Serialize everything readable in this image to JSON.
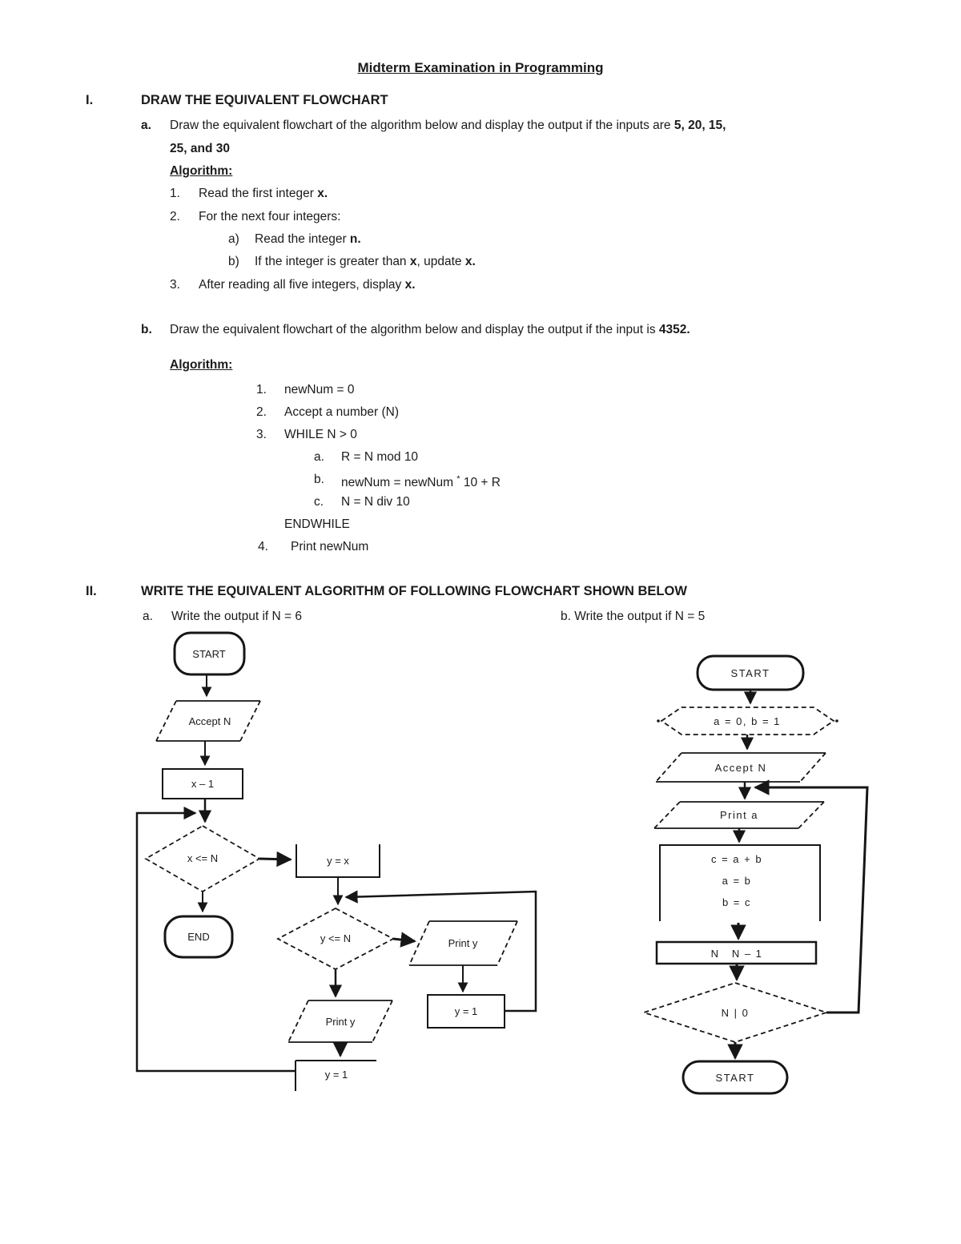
{
  "title": "Midterm Examination in Programming",
  "s1": {
    "numeral": "I.",
    "heading": "DRAW THE EQUIVALENT FLOWCHART",
    "a_label": "a.",
    "a_line1_normal": "Draw the equivalent flowchart of the algorithm below and display the output if the inputs are ",
    "a_line1_bold": "5, 20, 15,",
    "a_line2": "25, and 30",
    "a_algorithm_label": "Algorithm:",
    "a_step1_num": "1.",
    "a_step1_text": "Read the first integer ",
    "a_step1_bold": "x.",
    "a_step2_num": "2.",
    "a_step2_text": "For the next four integers:",
    "a_stepa_num": "a)",
    "a_stepa_text": "Read the integer ",
    "a_stepa_bold": "n.",
    "a_stepb_num": "b)",
    "a_stepb_text1": "If the integer is greater than ",
    "a_stepb_bold1": "x",
    "a_stepb_text2": ", update ",
    "a_stepb_bold2": "x.",
    "a_step3_num": "3.",
    "a_step3_text": "After reading all five integers, display ",
    "a_step3_bold": "x.",
    "b_label": "b.",
    "b_line_normal": "Draw the equivalent flowchart of the algorithm below and display the output if the input is ",
    "b_line_bold": "4352.",
    "b_algorithm_label": "Algorithm:",
    "b_step1_num": "1.",
    "b_step1_text": "newNum = 0",
    "b_step2_num": "2.",
    "b_step2_text": "Accept a number (N)",
    "b_step3_num": "3.",
    "b_step3_text": "WHILE N > 0",
    "b_stepa_num": "a.",
    "b_stepa_text": "R = N mod 10",
    "b_stepb_num": "b.",
    "b_stepb_text1": "newNum = newNum ",
    "b_stepb_star": "*",
    "b_stepb_text2": " 10 + R",
    "b_stepc_num": "c.",
    "b_stepc_text": "N = N div 10",
    "b_endwhile": "ENDWHILE",
    "b_step4_num": "4.",
    "b_step4_text": "Print newNum"
  },
  "s2": {
    "numeral": "II.",
    "heading": "WRITE THE EQUIVALENT ALGORITHM OF FOLLOWING FLOWCHART SHOWN BELOW",
    "a_label": "a.",
    "a_text": "Write the output if N = 6",
    "b_text": "b. Write the output if N = 5"
  },
  "flowchart_a": {
    "start": "START",
    "accept_n": "Accept N",
    "x_init": "x – 1",
    "cond_x": "x <= N",
    "end": "END",
    "y_assign": "y = x",
    "cond_y": "y <= N",
    "print_y_right": "Print y",
    "y_reset_right": "y = 1",
    "print_y_bottom": "Print y",
    "y_reset_bottom": "y = 1"
  },
  "flowchart_b": {
    "start": "START",
    "init_ab": "a = 0, b = 1",
    "accept_n": "Accept N",
    "print_a": "Print a",
    "calc_line1": "c = a + b",
    "calc_line2": "a = b",
    "calc_line3": "b = c",
    "decrement_n": "N   N – 1",
    "cond_n": "N | 0",
    "end_terminal": "START"
  }
}
